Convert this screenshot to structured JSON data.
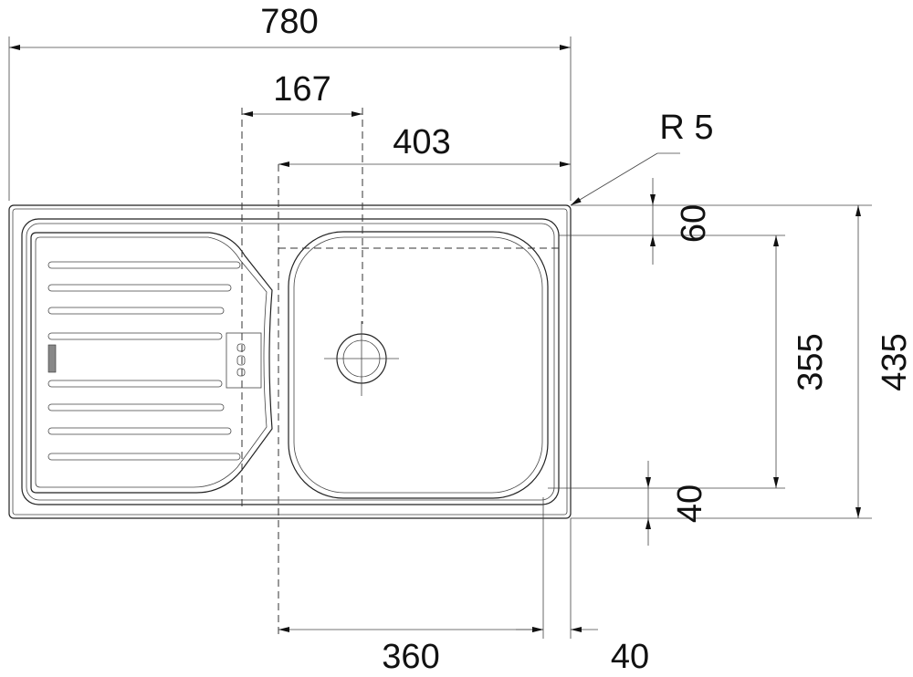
{
  "title": "Sink dimension drawing",
  "dimensions": {
    "overall_width": "780",
    "drainer_offset": "167",
    "bowl_width_outer": "403",
    "corner_radius": "R 5",
    "top_margin": "60",
    "bowl_depth": "355",
    "overall_depth": "435",
    "bottom_margin": "40",
    "bowl_width": "360",
    "side_margin": "40"
  },
  "colors": {
    "line": "#222222",
    "background": "#ffffff"
  }
}
